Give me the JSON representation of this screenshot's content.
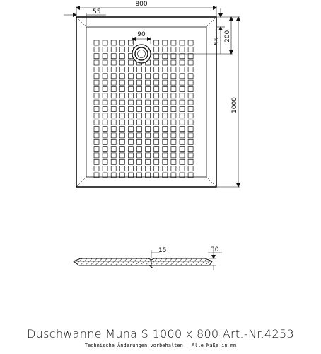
{
  "drawing": {
    "dimensions": {
      "width": "800",
      "rim_left": "55",
      "rim_top": "55",
      "drain_offset": "200",
      "drain_diameter": "90",
      "length": "1000",
      "profile_depth": "15",
      "profile_height": "30"
    },
    "pattern": {
      "columns": 12,
      "rows": 21
    }
  },
  "title_block": {
    "title": "Duschwanne Muna S 1000 x 800 Art.-Nr.4253",
    "note_left": "Technische Änderungen vorbehalten",
    "note_right": "Alle Maße in mm"
  }
}
